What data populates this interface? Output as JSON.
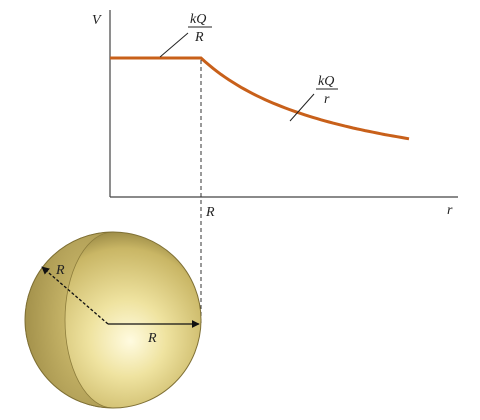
{
  "graph": {
    "y_axis_label": "V",
    "x_axis_label": "r",
    "tick_label_R": "R",
    "plateau_label": {
      "numerator": "kQ",
      "denominator": "R"
    },
    "decay_label": {
      "numerator": "kQ",
      "denominator": "r"
    },
    "curve_color": "#c8601a"
  },
  "sphere": {
    "radius_label_diagonal": "R",
    "radius_label_horizontal": "R",
    "colors": {
      "highlight": "#fff7c8",
      "mid": "#e8d98a",
      "edge": "#8d7d3c",
      "cut_face": "#cbb866"
    }
  }
}
